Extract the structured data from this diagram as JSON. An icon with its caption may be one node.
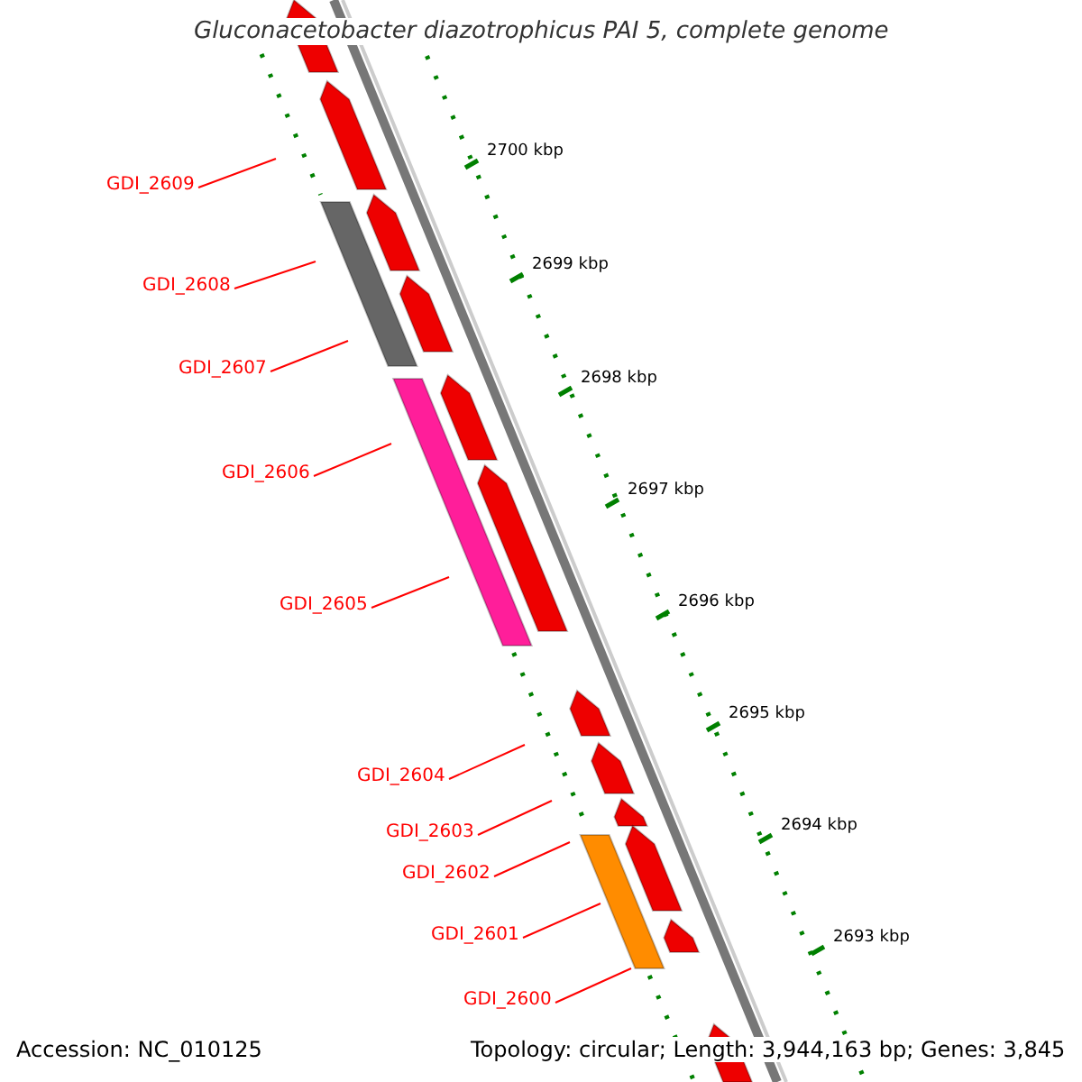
{
  "diagram": {
    "title": "Gluconacetobacter diazotrophicus PAI 5, complete genome",
    "nodes": [
      {
        "text": [
          "GDI_2609"
        ]
      },
      {
        "text": [
          "GDI_2608"
        ]
      },
      {
        "text": [
          "GDI_2607"
        ]
      },
      {
        "text": [
          "GDI_2606"
        ]
      },
      {
        "text": [
          "GDI_2605"
        ]
      },
      {
        "text": [
          "GDI_2604"
        ]
      },
      {
        "text": [
          "GDI_2603"
        ]
      },
      {
        "text": [
          "GDI_2602"
        ]
      },
      {
        "text": [
          "GDI_2601"
        ]
      },
      {
        "text": [
          "GDI_2600"
        ]
      }
    ],
    "edges": [
      {
        "from": 0,
        "to": null,
        "arrow": "none"
      },
      {
        "from": 1,
        "to": null,
        "arrow": "none"
      },
      {
        "from": 2,
        "to": null,
        "arrow": "none"
      },
      {
        "from": 3,
        "to": null,
        "arrow": "none"
      },
      {
        "from": 4,
        "to": null,
        "arrow": "none"
      },
      {
        "from": 5,
        "to": null,
        "arrow": "none"
      },
      {
        "from": 6,
        "to": null,
        "arrow": "none"
      },
      {
        "from": 7,
        "to": null,
        "arrow": "none"
      },
      {
        "from": 8,
        "to": null,
        "arrow": "none"
      },
      {
        "from": 9,
        "to": null,
        "arrow": "none"
      }
    ],
    "labels": [
      "2700 kbp",
      "2699 kbp",
      "2698 kbp",
      "2697 kbp",
      "2696 kbp",
      "2695 kbp",
      "2694 kbp",
      "2693 kbp",
      "Accession: NC_010125",
      "Topology: circular; Length: 3,944,163 bp; Genes: 3,845"
    ]
  }
}
